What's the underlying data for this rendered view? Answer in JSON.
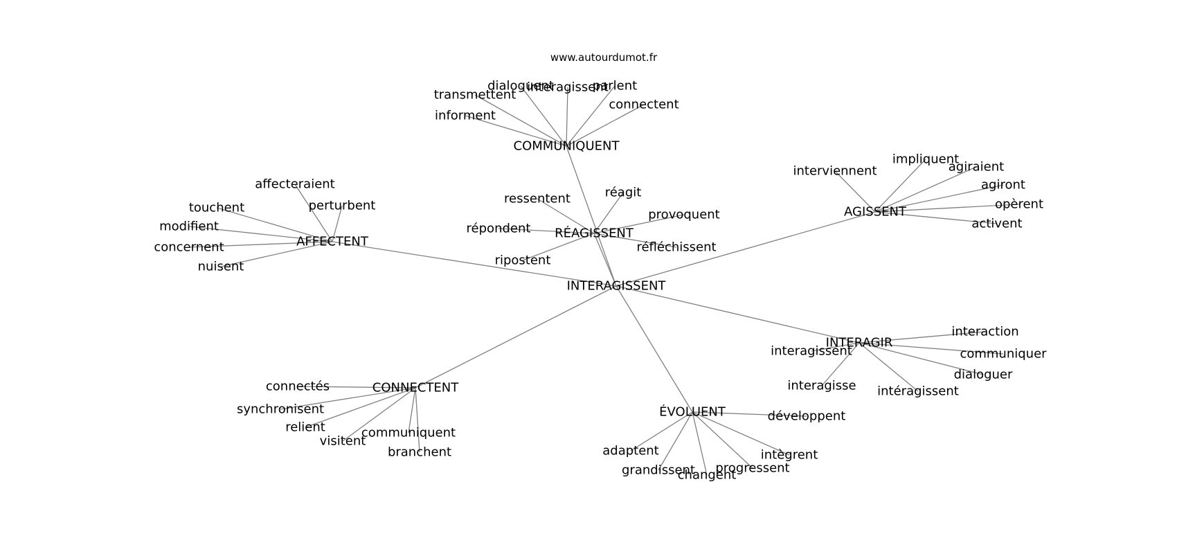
{
  "watermark": "www.autourdumot.fr",
  "nodes": [
    {
      "id": "n0",
      "label": "INTERAGISSENT"
    },
    {
      "id": "n1",
      "label": "COMMUNIQUENT"
    },
    {
      "id": "n2",
      "label": "dialoguent"
    },
    {
      "id": "n3",
      "label": "interagissent"
    },
    {
      "id": "n4",
      "label": "parlent"
    },
    {
      "id": "n5",
      "label": "transmettent"
    },
    {
      "id": "n6",
      "label": "connectent"
    },
    {
      "id": "n7",
      "label": "informent"
    },
    {
      "id": "n8",
      "label": "RÉAGISSENT"
    },
    {
      "id": "n9",
      "label": "ressentent"
    },
    {
      "id": "n10",
      "label": "réagit"
    },
    {
      "id": "n11",
      "label": "provoquent"
    },
    {
      "id": "n12",
      "label": "répondent"
    },
    {
      "id": "n13",
      "label": "réfléchissent"
    },
    {
      "id": "n14",
      "label": "ripostent"
    },
    {
      "id": "n15",
      "label": "AFFECTENT"
    },
    {
      "id": "n16",
      "label": "affecteraient"
    },
    {
      "id": "n17",
      "label": "touchent"
    },
    {
      "id": "n18",
      "label": "perturbent"
    },
    {
      "id": "n19",
      "label": "modifient"
    },
    {
      "id": "n20",
      "label": "concernent"
    },
    {
      "id": "n21",
      "label": "nuisent"
    },
    {
      "id": "n22",
      "label": "AGISSENT"
    },
    {
      "id": "n23",
      "label": "interviennent"
    },
    {
      "id": "n24",
      "label": "impliquent"
    },
    {
      "id": "n25",
      "label": "agiraient"
    },
    {
      "id": "n26",
      "label": "agiront"
    },
    {
      "id": "n27",
      "label": "opèrent"
    },
    {
      "id": "n28",
      "label": "activent"
    },
    {
      "id": "n29",
      "label": "INTERAGIR"
    },
    {
      "id": "n30",
      "label": "interaction"
    },
    {
      "id": "n31",
      "label": "interagissent"
    },
    {
      "id": "n32",
      "label": "communiquer"
    },
    {
      "id": "n33",
      "label": "dialoguer"
    },
    {
      "id": "n34",
      "label": "interagisse"
    },
    {
      "id": "n35",
      "label": "intéragissent"
    },
    {
      "id": "n36",
      "label": "CONNECTENT"
    },
    {
      "id": "n37",
      "label": "connectés"
    },
    {
      "id": "n38",
      "label": "synchronisent"
    },
    {
      "id": "n39",
      "label": "relient"
    },
    {
      "id": "n40",
      "label": "visitent"
    },
    {
      "id": "n41",
      "label": "communiquent"
    },
    {
      "id": "n42",
      "label": "branchent"
    },
    {
      "id": "n43",
      "label": "ÉVOLUENT"
    },
    {
      "id": "n44",
      "label": "développent"
    },
    {
      "id": "n45",
      "label": "adaptent"
    },
    {
      "id": "n46",
      "label": "intègrent"
    },
    {
      "id": "n47",
      "label": "grandissent"
    },
    {
      "id": "n48",
      "label": "progressent"
    },
    {
      "id": "n49",
      "label": "changent"
    }
  ],
  "edges": [
    [
      "n0",
      "n1"
    ],
    [
      "n0",
      "n8"
    ],
    [
      "n0",
      "n15"
    ],
    [
      "n0",
      "n22"
    ],
    [
      "n0",
      "n29"
    ],
    [
      "n0",
      "n36"
    ],
    [
      "n0",
      "n43"
    ],
    [
      "n1",
      "n2"
    ],
    [
      "n1",
      "n3"
    ],
    [
      "n1",
      "n4"
    ],
    [
      "n1",
      "n5"
    ],
    [
      "n1",
      "n6"
    ],
    [
      "n1",
      "n7"
    ],
    [
      "n8",
      "n9"
    ],
    [
      "n8",
      "n10"
    ],
    [
      "n8",
      "n11"
    ],
    [
      "n8",
      "n12"
    ],
    [
      "n8",
      "n13"
    ],
    [
      "n8",
      "n14"
    ],
    [
      "n15",
      "n16"
    ],
    [
      "n15",
      "n17"
    ],
    [
      "n15",
      "n18"
    ],
    [
      "n15",
      "n19"
    ],
    [
      "n15",
      "n20"
    ],
    [
      "n15",
      "n21"
    ],
    [
      "n22",
      "n23"
    ],
    [
      "n22",
      "n24"
    ],
    [
      "n22",
      "n25"
    ],
    [
      "n22",
      "n26"
    ],
    [
      "n22",
      "n27"
    ],
    [
      "n22",
      "n28"
    ],
    [
      "n29",
      "n30"
    ],
    [
      "n29",
      "n31"
    ],
    [
      "n29",
      "n32"
    ],
    [
      "n29",
      "n33"
    ],
    [
      "n29",
      "n34"
    ],
    [
      "n29",
      "n35"
    ],
    [
      "n36",
      "n37"
    ],
    [
      "n36",
      "n38"
    ],
    [
      "n36",
      "n39"
    ],
    [
      "n36",
      "n40"
    ],
    [
      "n36",
      "n41"
    ],
    [
      "n36",
      "n42"
    ],
    [
      "n43",
      "n44"
    ],
    [
      "n43",
      "n45"
    ],
    [
      "n43",
      "n46"
    ],
    [
      "n43",
      "n47"
    ],
    [
      "n43",
      "n48"
    ],
    [
      "n43",
      "n49"
    ]
  ]
}
